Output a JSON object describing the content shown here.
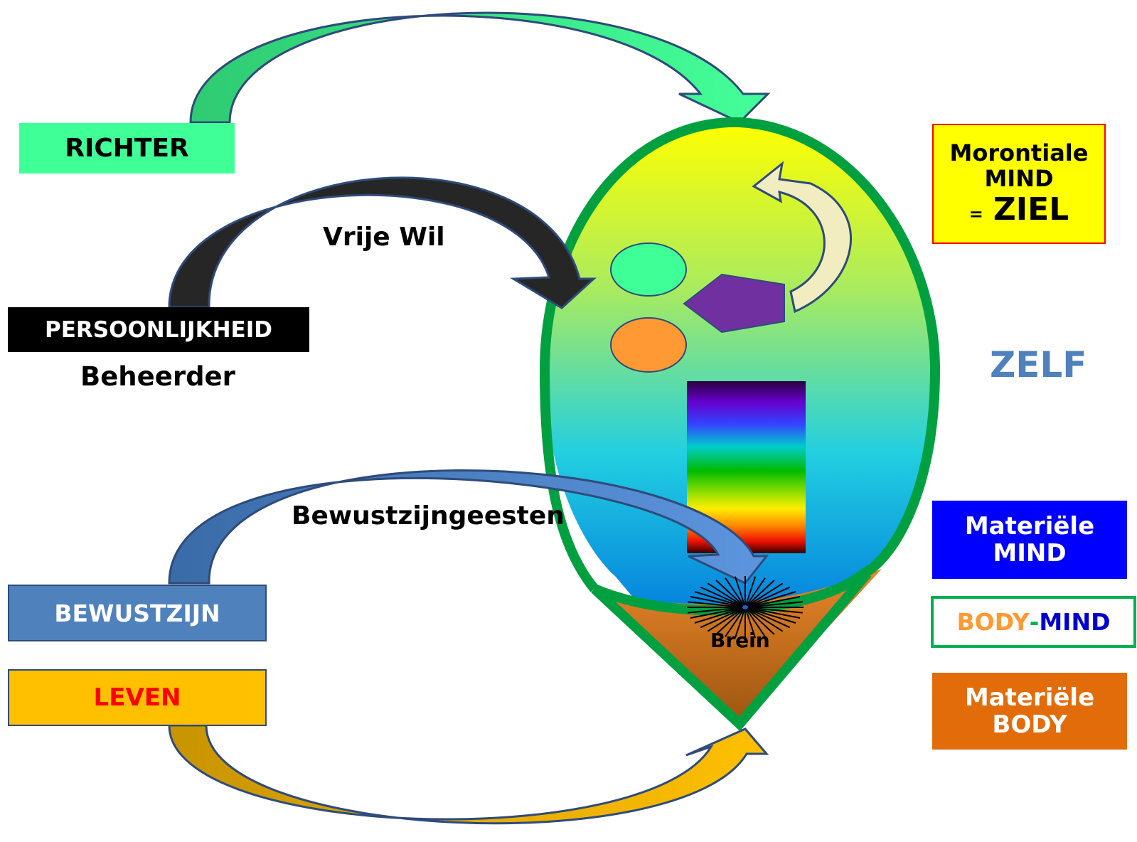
{
  "colors": {
    "richter": "#3FFF97",
    "persoonlijkheid": "#000000",
    "bewustzijn": "#4F81BD",
    "leven": "#FFC000",
    "leven_text": "#FF0000",
    "morontiale_fill": "#FFFF00",
    "morontiale_border": "#FF0000",
    "zelf_text": "#4F81BD",
    "materiele_mind": "#0000FF",
    "body_mind_border": "#00B050",
    "body_text": "#FF9933",
    "mind_text": "#0000CC",
    "materiele_body": "#E36C0A",
    "drop_outline": "#00A040",
    "pentagon": "#7030A0",
    "circle_green": "#3FFF97",
    "circle_orange": "#FF9933"
  },
  "left": {
    "richter": "RICHTER",
    "persoonlijkheid": "PERSOONLIJKHEID",
    "beheerder": "Beheerder",
    "bewustzijn": "BEWUSTZIJN",
    "leven": "LEVEN"
  },
  "arrows": {
    "vrije_wil": "Vrije Wil",
    "bewustzijngeesten": "Bewustzijngeesten"
  },
  "center": {
    "brein": "Brein"
  },
  "right": {
    "morontiale_line1": "Morontiale",
    "morontiale_line2": "MIND",
    "morontiale_eq": "=",
    "morontiale_ziel": "ZIEL",
    "zelf": "ZELF",
    "materiele_mind_line1": "Materiële",
    "materiele_mind_line2": "MIND",
    "body": "BODY",
    "dash": "-",
    "mind": "MIND",
    "materiele_body_line1": "Materiële",
    "materiele_body_line2": "BODY"
  }
}
